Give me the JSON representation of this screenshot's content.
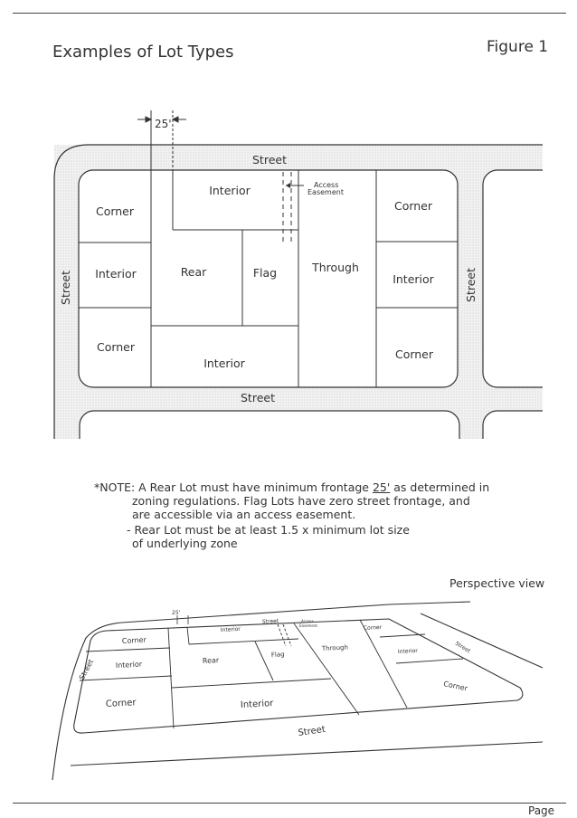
{
  "title": "Examples of Lot Types",
  "figure_label": "Figure 1",
  "dimension_label": "25'",
  "plan": {
    "street_top": "Street",
    "street_bottom": "Street",
    "street_left": "Street",
    "street_right": "Street",
    "lots": {
      "corner_top_left": "Corner",
      "interior_left": "Interior",
      "corner_bottom_left": "Corner",
      "interior_top": "Interior",
      "rear": "Rear",
      "flag": "Flag",
      "interior_bottom": "Interior",
      "through": "Through",
      "corner_top_right": "Corner",
      "interior_right": "Interior",
      "corner_bottom_right": "Corner"
    },
    "access_easement_line1": "Access",
    "access_easement_line2": "Easement"
  },
  "note": {
    "line1_prefix": "*NOTE: A Rear Lot must have minimum frontage ",
    "line1_underlined": "25'",
    "line1_suffix": " as determined in",
    "line2": "zoning regulations.  Flag Lots have zero street frontage, and",
    "line3": "are accessible via an access easement.",
    "line4": "- Rear Lot must be at least 1.5 x minimum lot size",
    "line5": "of underlying zone"
  },
  "perspective": {
    "title": "Perspective view",
    "dimension_label": "25'",
    "street_top": "Street",
    "street_left": "Street",
    "street_bottom": "Street",
    "street_right": "Street",
    "lots": {
      "corner_top_left": "Corner",
      "interior_left": "Interior",
      "corner_bottom_left": "Corner",
      "interior_top": "Interior",
      "rear": "Rear",
      "flag": "Flag",
      "through": "Through",
      "interior_bottom": "Interior",
      "corner_top_right": "Corner",
      "interior_right": "Interior",
      "corner_bottom_right": "Corner"
    },
    "access_easement_line1": "Access",
    "access_easement_line2": "Easement"
  },
  "page_label": "Page"
}
